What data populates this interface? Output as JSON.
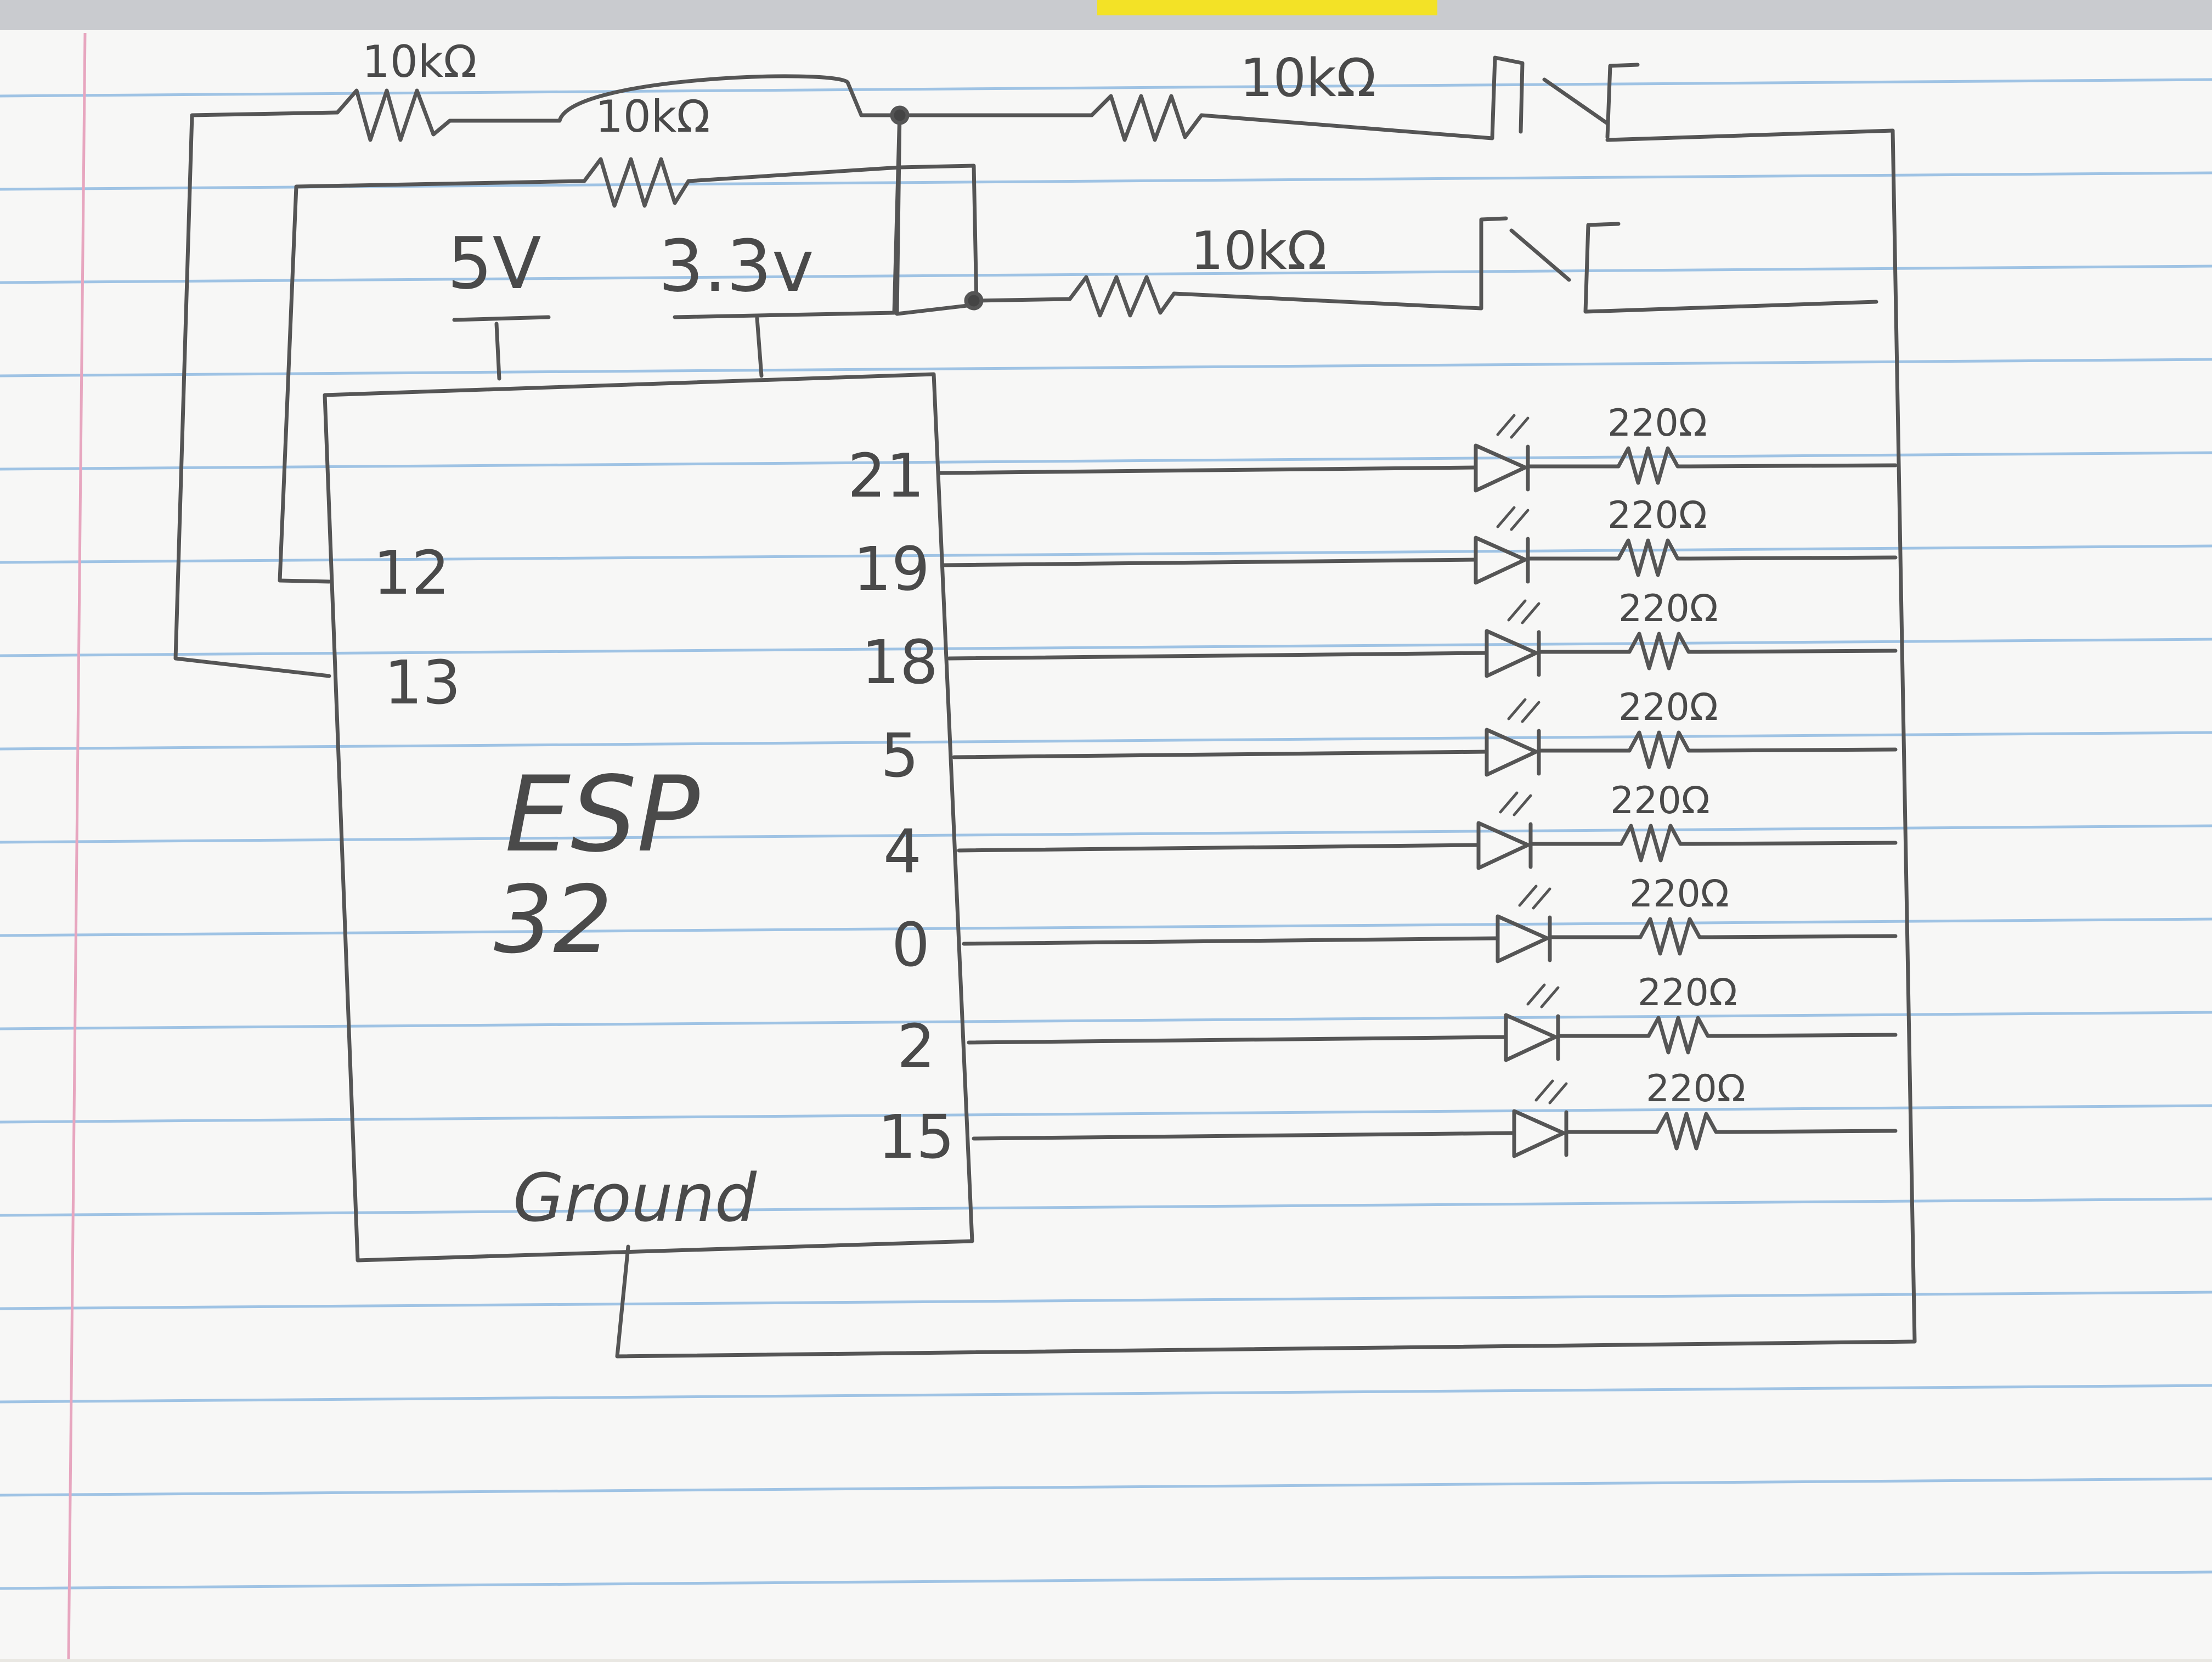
{
  "diagram": {
    "chip": {
      "line1": "ESP",
      "line2": "32"
    },
    "power": {
      "v5": "5V",
      "v33": "3.3v"
    },
    "ground": "Ground",
    "left_pins": [
      "12",
      "13"
    ],
    "right_pins": [
      "21",
      "19",
      "18",
      "5",
      "4",
      "0",
      "2",
      "15"
    ],
    "pullups": [
      "10kΩ",
      "10kΩ"
    ],
    "switch_resistors": [
      "10kΩ",
      "10kΩ"
    ],
    "led_resistor": "220Ω"
  },
  "colors": {
    "paper": "#f7f7f6",
    "rule_line": "#9fc3e4",
    "margin_line": "#e7a6bf",
    "pencil": "#555555",
    "sticky_note": "#f3e226"
  }
}
